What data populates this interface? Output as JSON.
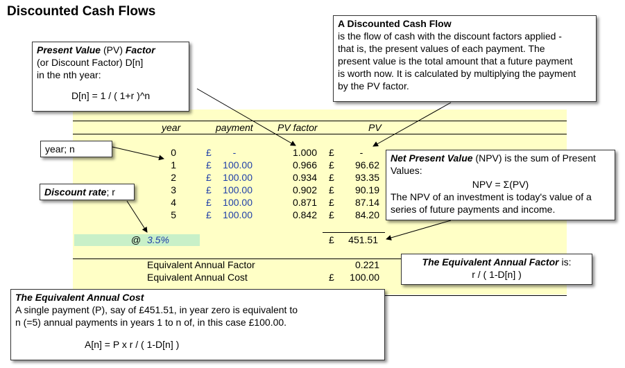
{
  "title": "Discounted Cash Flows",
  "pv_box": {
    "line1_bold": "Present Value",
    "line1_plain": " (PV) ",
    "line1_bold2": "Factor",
    "line2": "(or Discount Factor) D[n]",
    "line3": "in the nth year:",
    "formula": "D[n] = 1 / ( 1+r )^n"
  },
  "dcf_box": {
    "heading": "A Discounted Cash Flow",
    "lines": [
      "is the flow of cash with the discount factors applied -",
      "that is, the present values of each payment.  The",
      "present value is the total amount that a future payment",
      "is worth now.  It is calculated by multiplying the payment",
      "by the PV factor."
    ]
  },
  "table": {
    "headers": {
      "year": "year",
      "payment": "payment",
      "pv_factor": "PV factor",
      "pv": "PV"
    },
    "rows": [
      {
        "year": "0",
        "cur1": "£",
        "payment": "-",
        "factor": "1.000",
        "cur2": "£",
        "pv": "-"
      },
      {
        "year": "1",
        "cur1": "£",
        "payment": "100.00",
        "factor": "0.966",
        "cur2": "£",
        "pv": "96.62"
      },
      {
        "year": "2",
        "cur1": "£",
        "payment": "100.00",
        "factor": "0.934",
        "cur2": "£",
        "pv": "93.35"
      },
      {
        "year": "3",
        "cur1": "£",
        "payment": "100.00",
        "factor": "0.902",
        "cur2": "£",
        "pv": "90.19"
      },
      {
        "year": "4",
        "cur1": "£",
        "payment": "100.00",
        "factor": "0.871",
        "cur2": "£",
        "pv": "87.14"
      },
      {
        "year": "5",
        "cur1": "£",
        "payment": "100.00",
        "factor": "0.842",
        "cur2": "£",
        "pv": "84.20"
      }
    ],
    "rate_at": "@",
    "rate_value": "3.5%",
    "total_cur": "£",
    "total_value": "451.51",
    "eaf_label": "Equivalent Annual Factor",
    "eaf_value": "0.221",
    "eac_label": "Equivalent Annual Cost",
    "eac_cur": "£",
    "eac_value": "100.00"
  },
  "year_box": {
    "text": "year; n"
  },
  "rate_box": {
    "bold": "Discount rate",
    "plain": "; r"
  },
  "npv_box": {
    "bold": "Net Present Value",
    "plain": " (NPV) is the sum of Present",
    "line2": "Values:",
    "formula": "NPV = Σ(PV)",
    "line4": "The NPV of an investment is today's value of a",
    "line5": "series of future payments and income."
  },
  "eaf_box": {
    "heading": "The Equivalent Annual Factor",
    "heading_tail": " is:",
    "formula": "r / ( 1-D[n] )"
  },
  "eac_box": {
    "heading": "The Equivalent Annual Cost",
    "line1": "A single payment (P), say of £451.51, in year zero is equivalent to",
    "line2": "n (=5) annual payments in years 1 to n of, in this case £100.00.",
    "formula": "A[n] = P x r / ( 1-D[n] )"
  }
}
